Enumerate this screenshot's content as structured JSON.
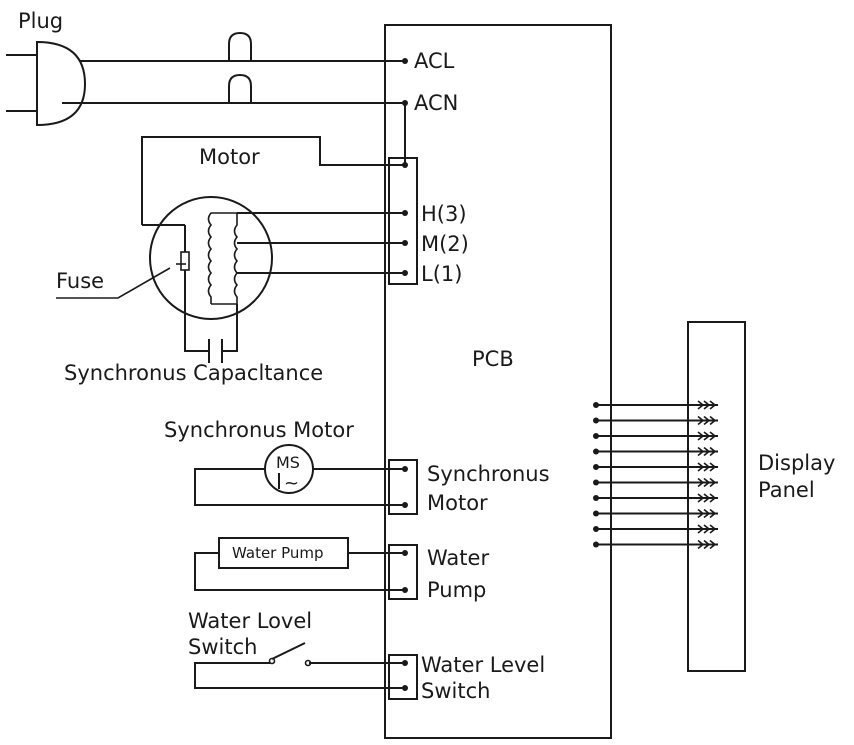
{
  "labels": {
    "plug": "Plug",
    "acl": "ACL",
    "acn": "ACN",
    "motor": "Motor",
    "h3": "H(3)",
    "m2": "M(2)",
    "l1": "L(1)",
    "fuse": "Fuse",
    "sync_cap": "Synchronus Capacltance",
    "pcb": "PCB",
    "sync_motor_title": "Synchronus Motor",
    "ms": "MS",
    "ms_symbol": "~",
    "sync_line1": "Synchronus",
    "sync_line2": "Motor",
    "water_pump_box": "Water Pump",
    "water_line1": "Water",
    "water_line2": "Pump",
    "wls_line1": "Water Lovel",
    "wls_line2": "Switch",
    "wlsr_line1": "Water Level",
    "wlsr_line2": "Switch",
    "display_line1": "Display",
    "display_line2": "Panel"
  },
  "display_connection_count": 10
}
